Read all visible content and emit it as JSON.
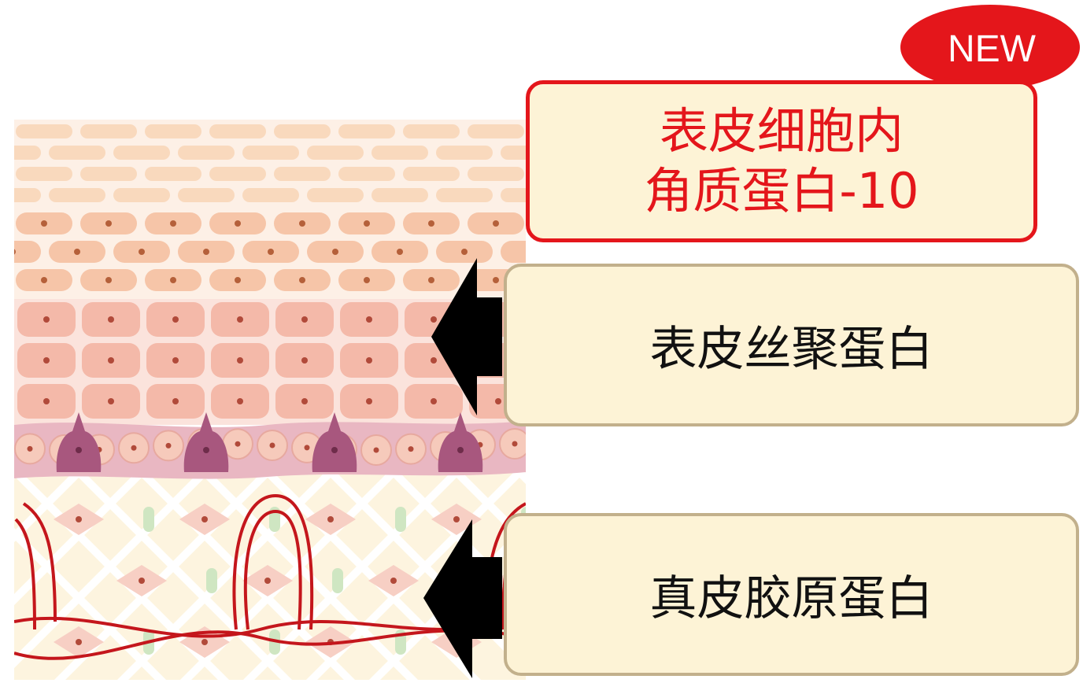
{
  "labels": {
    "top_line1": "表皮细胞内",
    "top_line2": "角质蛋白-10",
    "middle": "表皮丝聚蛋白",
    "bottom": "真皮胶原蛋白",
    "badge": "NEW"
  },
  "colors": {
    "accent_red": "#e4161b",
    "box_fill": "#fdf3d6",
    "box_border": "#c2b08c",
    "arrow": "#000000"
  }
}
